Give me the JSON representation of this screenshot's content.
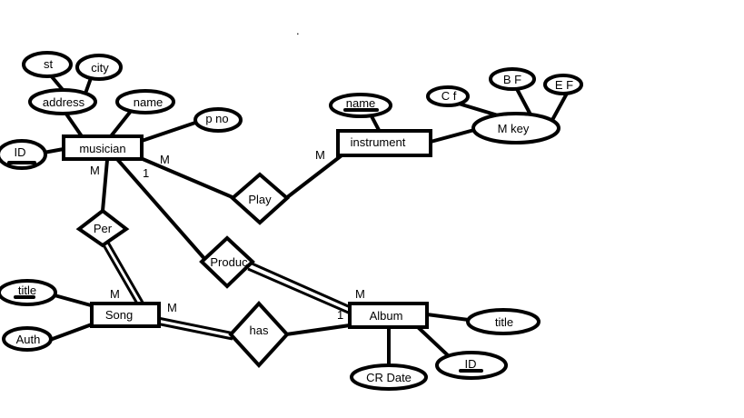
{
  "diagram": {
    "dot": ".",
    "entities": {
      "musician": "musician",
      "instrument": "instrument",
      "song": "Song",
      "album": "Album"
    },
    "relationships": {
      "play": "Play",
      "per": "Per",
      "produce": "Produc",
      "has": "has"
    },
    "attributes": {
      "st": "st",
      "city": "city",
      "address": "address",
      "musician_name": "name",
      "pno": "p no",
      "musician_id": "ID",
      "instrument_name": "name",
      "mkey": "M key",
      "cf": "C f",
      "bf": "B F",
      "ef": "E F",
      "song_title": "title",
      "auth": "Auth",
      "album_title": "title",
      "crdate": "CR Date",
      "album_id": "ID"
    },
    "cardinalities": {
      "musician_play": "M",
      "instrument_play": "M",
      "musician_per": "M",
      "musician_produce": "1",
      "song_per": "M",
      "song_has": "M",
      "album_produce": "M",
      "album_has": "1"
    }
  }
}
